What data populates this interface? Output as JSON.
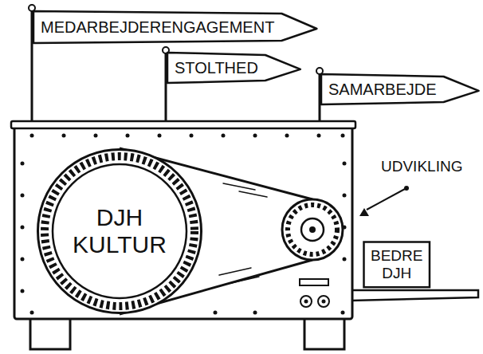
{
  "diagram": {
    "nodes": [
      {
        "text": [
          "MEDARBEJDERENGAGEMENT"
        ]
      },
      {
        "text": [
          "STOLTHED"
        ]
      },
      {
        "text": [
          "SAMARBEJDE"
        ]
      },
      {
        "text": [
          "DJH KULTUR"
        ]
      },
      {
        "text": [
          "BEDRE DJH"
        ]
      }
    ],
    "labels": [
      "UDVIKLING"
    ]
  }
}
